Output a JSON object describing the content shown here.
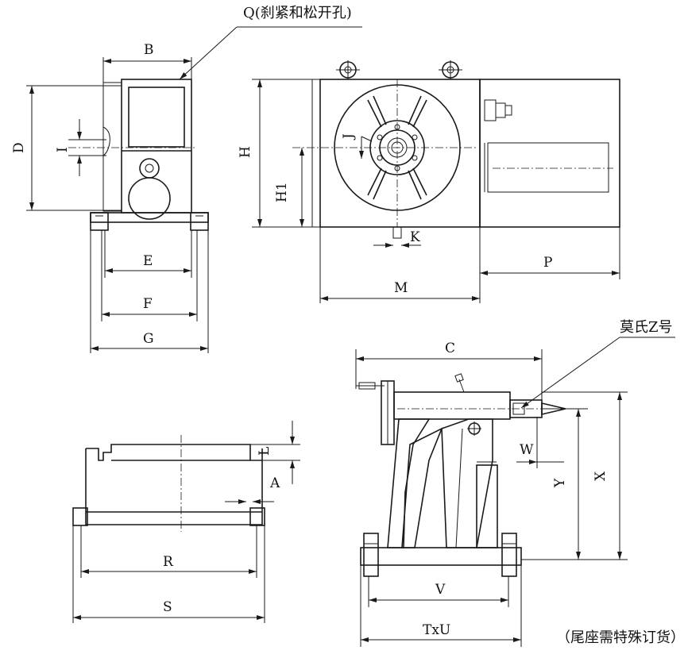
{
  "labels": {
    "B": "B",
    "D": "D",
    "I": "I",
    "E": "E",
    "F": "F",
    "G": "G",
    "H": "H",
    "H1": "H1",
    "J": "J",
    "K": "K",
    "M": "M",
    "P": "P",
    "C": "C",
    "W": "W",
    "X": "X",
    "Y": "Y",
    "L": "L",
    "A": "A",
    "R": "R",
    "S": "S",
    "V": "V",
    "TxU": "TxU"
  },
  "notes": {
    "q_hole": "Q(刹紧和松开孔)",
    "morse": "莫氏Z号",
    "tailstock": "（尾座需特殊订货）"
  }
}
